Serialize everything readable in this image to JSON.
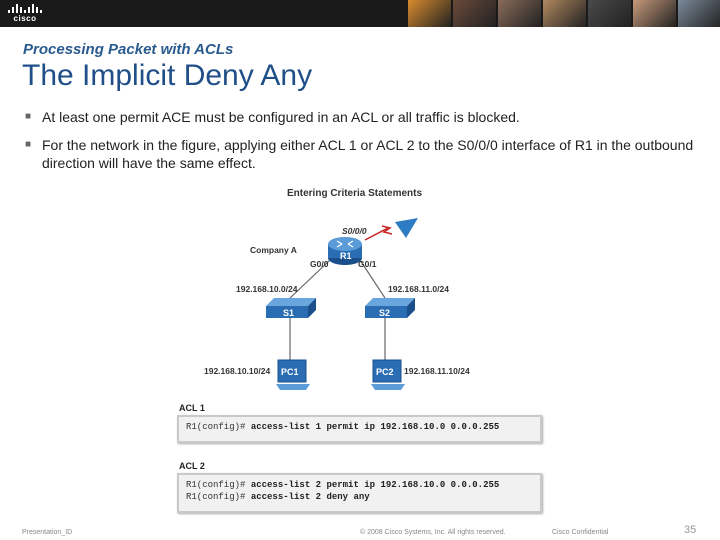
{
  "header": {
    "logo_text": "cisco",
    "photo_colors": [
      "#d98b2e",
      "#6a4a3a",
      "#8a6a5a",
      "#b08860",
      "#4a4a4a",
      "#c79a7a",
      "#7a8a9a"
    ]
  },
  "slide": {
    "subtitle": "Processing Packet with ACLs",
    "title": "The Implicit Deny Any",
    "bullets": [
      "At least one permit ACE must be configured in an ACL or all traffic is blocked.",
      "For the network in the figure, applying either ACL 1 or ACL 2 to the S0/0/0 interface of R1 in the outbound direction will have the same effect."
    ]
  },
  "figure": {
    "title": "Entering Criteria Statements",
    "router": {
      "name": "R1",
      "serial": "S0/0/0",
      "g0": "G0/0",
      "g1": "G0/1"
    },
    "company": "Company A",
    "net_left": "192.168.10.0/24",
    "net_right": "192.168.11.0/24",
    "switch_left": "S1",
    "switch_right": "S2",
    "pc_left": {
      "name": "PC1",
      "ip": "192.168.10.10/24"
    },
    "pc_right": {
      "name": "PC2",
      "ip": "192.168.11.10/24"
    },
    "acl1": {
      "label": "ACL 1",
      "lines": [
        {
          "prompt": "R1(config)#",
          "cmd": "access-list 1 permit ip 192.168.10.0 0.0.0.255"
        }
      ]
    },
    "acl2": {
      "label": "ACL 2",
      "lines": [
        {
          "prompt": "R1(config)#",
          "cmd": "access-list 2 permit ip 192.168.10.0 0.0.0.255"
        },
        {
          "prompt": "R1(config)#",
          "cmd": "access-list 2 deny any"
        }
      ]
    }
  },
  "footer": {
    "left": "Presentation_ID",
    "copyright": "© 2008 Cisco Systems, Inc. All rights reserved.",
    "confidential": "Cisco Confidential",
    "page": "35"
  }
}
